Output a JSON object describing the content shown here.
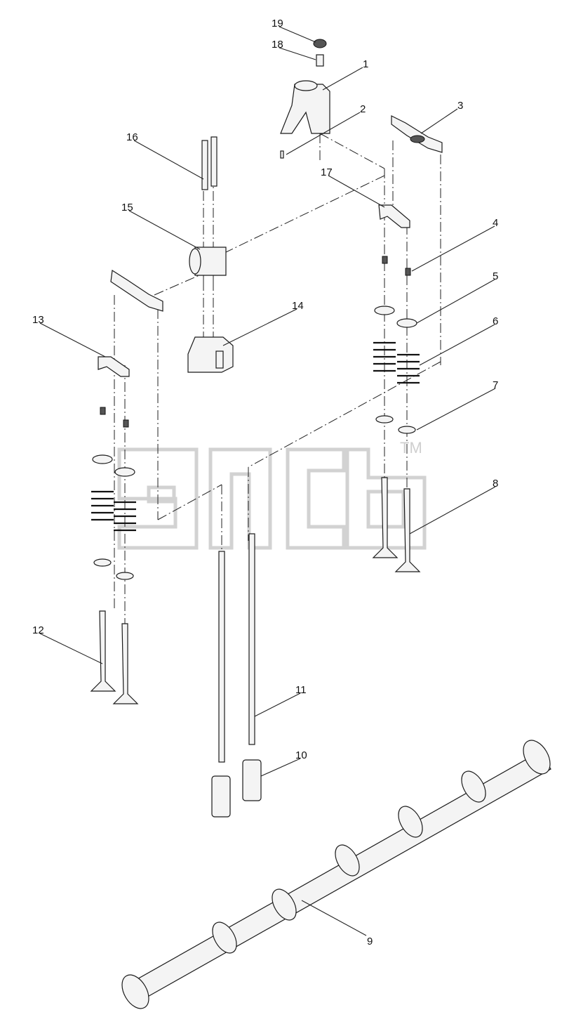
{
  "watermark": {
    "tm": "TM"
  },
  "callouts": [
    {
      "id": "19",
      "label": "19"
    },
    {
      "id": "18",
      "label": "18"
    },
    {
      "id": "1",
      "label": "1"
    },
    {
      "id": "2",
      "label": "2"
    },
    {
      "id": "3",
      "label": "3"
    },
    {
      "id": "16",
      "label": "16"
    },
    {
      "id": "17",
      "label": "17"
    },
    {
      "id": "15",
      "label": "15"
    },
    {
      "id": "4",
      "label": "4"
    },
    {
      "id": "5",
      "label": "5"
    },
    {
      "id": "14",
      "label": "14"
    },
    {
      "id": "13",
      "label": "13"
    },
    {
      "id": "6",
      "label": "6"
    },
    {
      "id": "7",
      "label": "7"
    },
    {
      "id": "8",
      "label": "8"
    },
    {
      "id": "12",
      "label": "12"
    },
    {
      "id": "11",
      "label": "11"
    },
    {
      "id": "10",
      "label": "10"
    },
    {
      "id": "9",
      "label": "9"
    }
  ]
}
